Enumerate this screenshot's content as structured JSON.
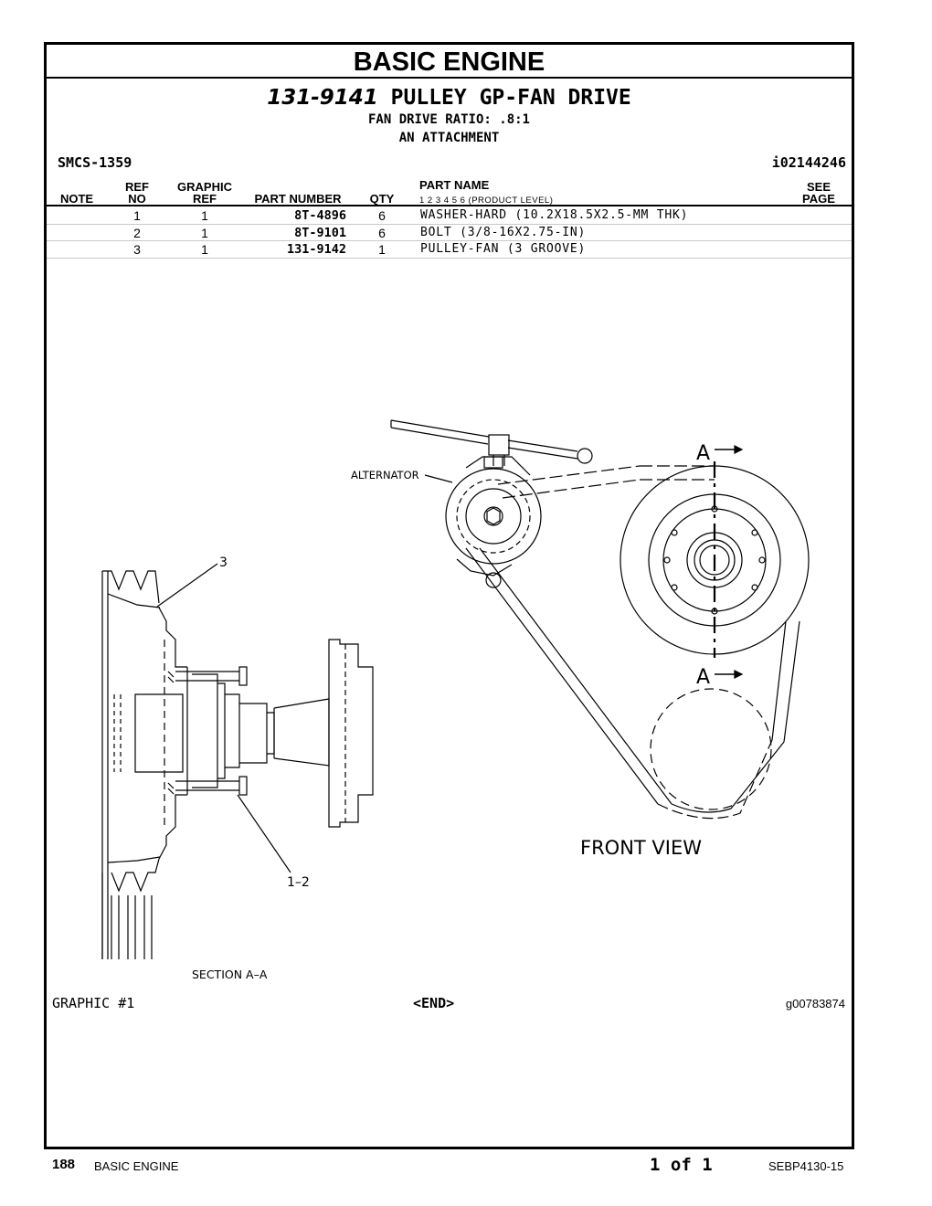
{
  "section_title": "BASIC ENGINE",
  "group": {
    "part_number": "131-9141",
    "name": "PULLEY GP-FAN DRIVE",
    "lines": [
      "FAN DRIVE RATIO: .8:1",
      "AN ATTACHMENT"
    ]
  },
  "smcs": "SMCS-1359",
  "info_id": "i02144246",
  "table": {
    "headers": {
      "note": "NOTE",
      "ref_top": "REF",
      "ref_bottom": "NO",
      "graphic_top": "GRAPHIC",
      "graphic_bottom": "REF",
      "part_number": "PART NUMBER",
      "qty": "QTY",
      "part_name": "PART NAME",
      "levels": "1   2   3   4   5   6   (PRODUCT LEVEL)",
      "see_top": "SEE",
      "see_bottom": "PAGE"
    },
    "rows": [
      {
        "ref": "1",
        "graphic": "1",
        "part_number": "8T-4896",
        "qty": "6",
        "name": "WASHER-HARD (10.2X18.5X2.5-MM THK)"
      },
      {
        "ref": "2",
        "graphic": "1",
        "part_number": "8T-9101",
        "qty": "6",
        "name": "BOLT (3/8-16X2.75-IN)"
      },
      {
        "ref": "3",
        "graphic": "1",
        "part_number": "131-9142",
        "qty": "1",
        "name": "PULLEY-FAN (3 GROOVE)"
      }
    ]
  },
  "drawing": {
    "labels": {
      "alternator": "ALTERNATOR",
      "section_mark_top": "A",
      "section_mark_bottom": "A",
      "callout_3": "3",
      "callout_12": "1–2",
      "front_view": "FRONT VIEW",
      "section": "SECTION A–A"
    }
  },
  "graphic_label": "GRAPHIC #1",
  "end_marker": "<END>",
  "graphic_id": "g00783874",
  "footer": {
    "page_number": "188",
    "section": "BASIC ENGINE",
    "page_of": "1 of 1",
    "doc_id": "SEBP4130-15"
  }
}
